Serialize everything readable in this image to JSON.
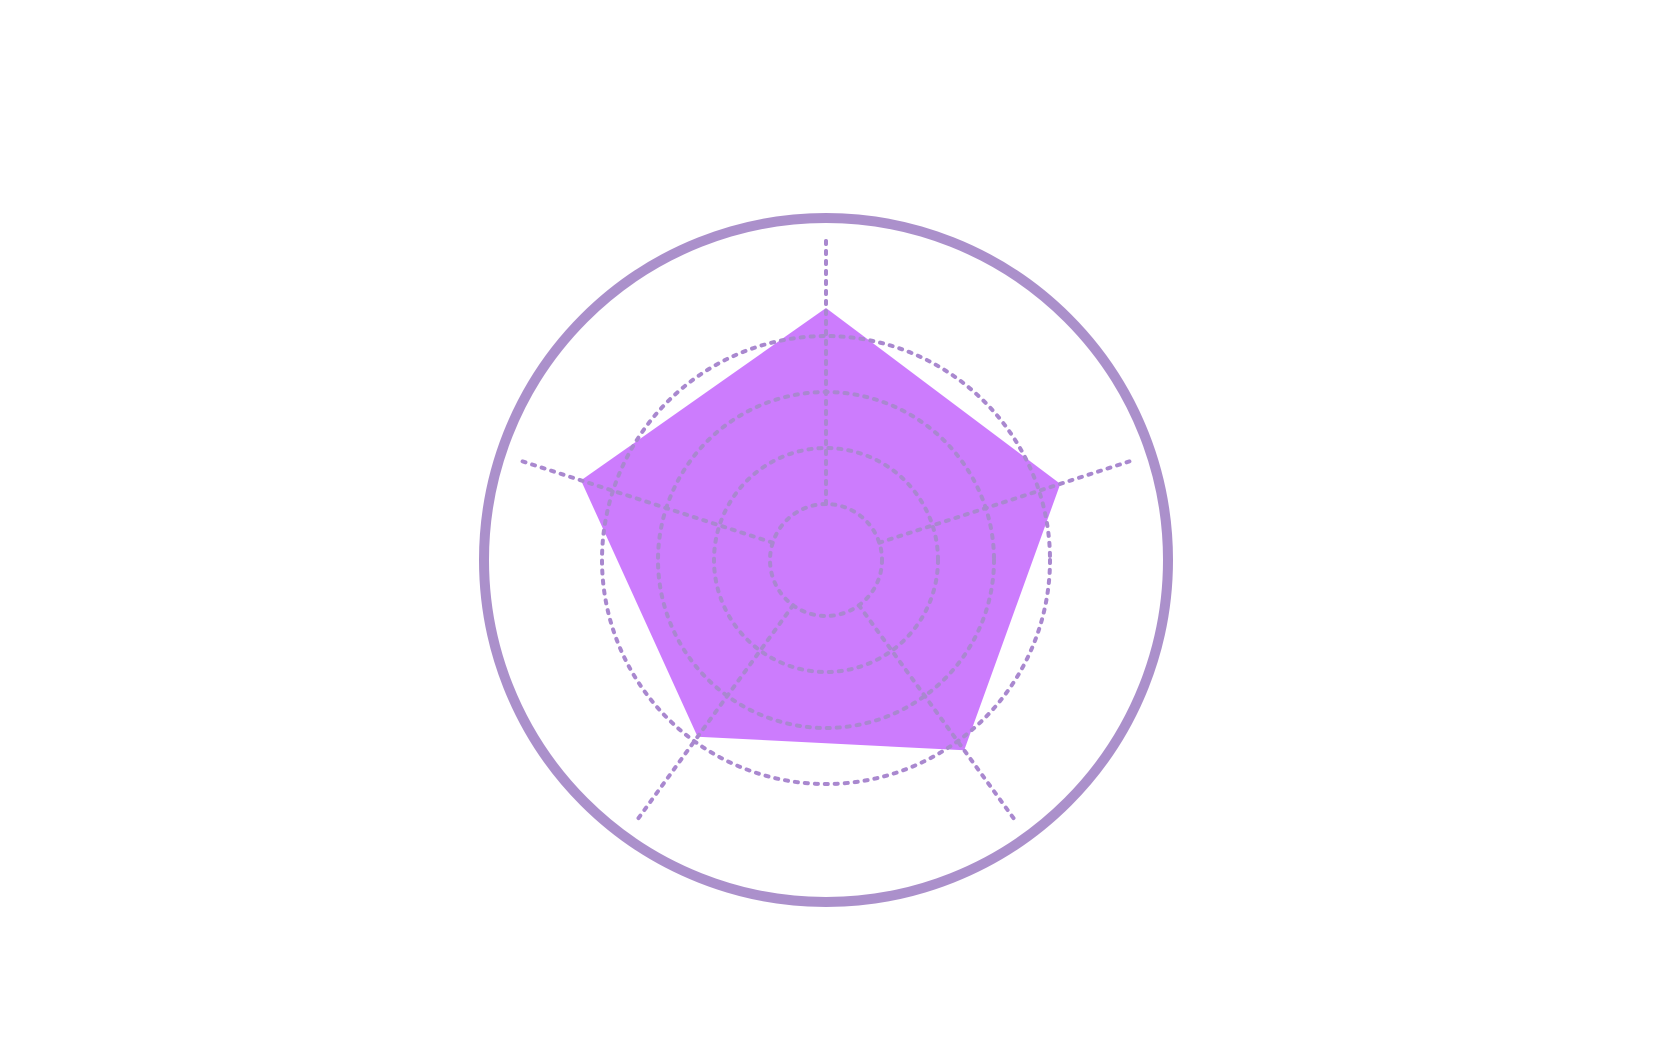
{
  "chart_data": {
    "type": "radar",
    "title": "",
    "axes": [
      "",
      "",
      "",
      "",
      ""
    ],
    "range": [
      0,
      5
    ],
    "ticks": [
      1,
      2,
      3,
      4
    ],
    "grid": true,
    "legend": "none",
    "series": [
      {
        "values": [
          4.5,
          4.4,
          4.2,
          3.9,
          4.6
        ]
      }
    ]
  },
  "colors": {
    "fill": "#cc7cfd",
    "grid": "#a988cf",
    "outer_ring": "#ab90cb",
    "background": "#ffffff"
  }
}
